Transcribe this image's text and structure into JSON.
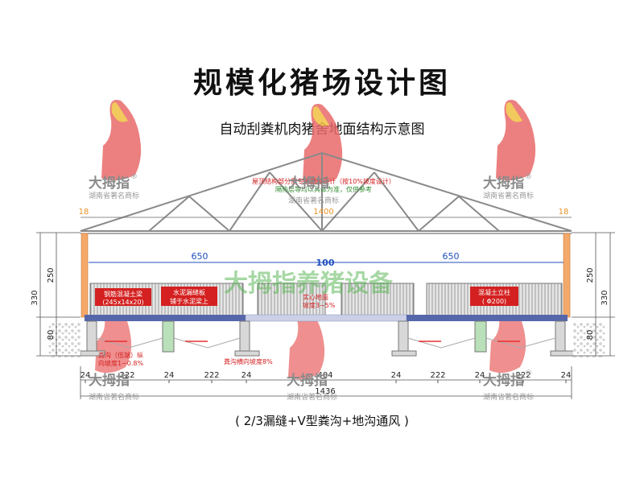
{
  "title": "规模化猪场设计图",
  "subtitle": "自动刮粪机肉猪舍地面结构示意图",
  "caption": "( 2/3漏缝+V型粪沟+地沟通风 )",
  "roof_note": {
    "line1": "屋顶结构部分需专业单位设计（按10%坡度设计）",
    "line2": "隔热层等均以具体为准，仅供参考"
  },
  "watermark": {
    "brand": "大拇指",
    "registered": "®",
    "sub": "湖南省著名商标",
    "banner": "大拇指养猪设备"
  },
  "dims": {
    "eave_left": "18",
    "eave_right": "18",
    "span": "1400",
    "pen_left": "650",
    "aisle": "100",
    "pen_right": "650",
    "height_total_left": "330",
    "height_wall_left": "250",
    "height_pit_left": "80",
    "height_total_right": "330",
    "height_wall_right": "250",
    "height_pit_right": "80",
    "bottom_widths": [
      "24",
      "222",
      "24",
      "222",
      "24",
      "404",
      "24",
      "222",
      "24",
      "222",
      "24"
    ],
    "overall": "1436"
  },
  "labels": {
    "steel_beam": "钢筋混凝土梁",
    "steel_beam_size": "(245x14x20)",
    "slat_floor": "水泥漏缝板",
    "slat_floor_2": "铺于水泥梁上",
    "solid_floor": "实心地面",
    "solid_slope": "坡度3~5%",
    "column": "混凝土立柱",
    "column_size": "( Φ200)",
    "pit_long": "粪沟（低端）纵",
    "pit_long_2": "向坡度1~0.8%",
    "pit_cross": "粪沟横向坡度8%"
  },
  "colors": {
    "wall": "#f4a96a",
    "floor_blue": "#5566aa",
    "dim_blue": "#1f4fbf",
    "label_red": "#d42020",
    "watermark_green": "#5fb85a"
  }
}
